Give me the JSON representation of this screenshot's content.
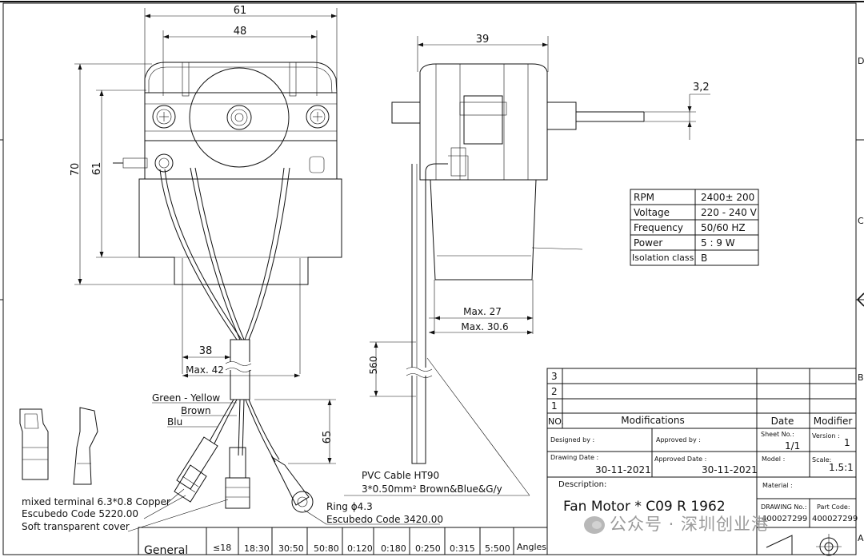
{
  "dimensions": {
    "width_61": "61",
    "width_48": "48",
    "height_70": "70",
    "height_61": "61",
    "dim_38": "38",
    "max_42": "Max. 42",
    "dim_65": "65",
    "side_39": "39",
    "shaft_3_2": "3,2",
    "max_27": "Max. 27",
    "max_30_6": "Max. 30.6",
    "cable_560": "560"
  },
  "wire_labels": {
    "green_yellow": "Green - Yellow",
    "brown": "Brown",
    "blu": "Blu"
  },
  "callouts": {
    "terminal": "mixed terminal 6.3*0.8 Copper",
    "terminal_code": "Escubedo Code 5220.00",
    "cover": "Soft transparent cover",
    "pvc": "PVC Cable HT90",
    "pvc_spec": "3*0.50mm² Brown&Blue&G/y",
    "ring": "Ring ɸ4.3",
    "ring_code": "Escubedo Code 3420.00"
  },
  "specs": [
    {
      "label": "RPM",
      "value": "2400± 200"
    },
    {
      "label": "Voltage",
      "value": "220 - 240 V"
    },
    {
      "label": "Frequency",
      "value": "50/60 HZ"
    },
    {
      "label": "Power",
      "value": "5 : 9 W"
    },
    {
      "label": "Isolation class",
      "value": "B"
    }
  ],
  "title_block": {
    "rev_3": "3",
    "rev_2": "2",
    "rev_1": "1",
    "no_label": "NO.",
    "modifications": "Modifications",
    "date": "Date",
    "modifier": "Modifier",
    "designed_by": "Designed by :",
    "approved_by": "Approved by :",
    "sheet_no_label": "Sheet No.:",
    "sheet_no": "1/1",
    "version_label": "Version :",
    "version": "1",
    "drawing_date_label": "Drawing Date :",
    "drawing_date": "30-11-2021",
    "approved_date_label": "Approved Date :",
    "approved_date": "30-11-2021",
    "model_label": "Model :",
    "scale_label": "Scale:",
    "scale": "1.5:1",
    "description_label": "Description:",
    "description": "Fan Motor * C09 R 1962",
    "material_label": "Material :",
    "drawing_no_label": "DRAWING No.:",
    "drawing_no": "400027299",
    "part_code_label": "Part Code:",
    "part_code": "400027299"
  },
  "tolerance_row": {
    "general": "General",
    "ranges": [
      "≤18",
      "18:30",
      "30:50",
      "50:80",
      "0:120",
      "0:180",
      "0:250",
      "0:315",
      "5:500"
    ],
    "angles": "Angles"
  },
  "border_letters": {
    "d": "D",
    "c": "C",
    "b": "B",
    "a": "A"
  },
  "watermark": "公众号 · 深圳创业港"
}
